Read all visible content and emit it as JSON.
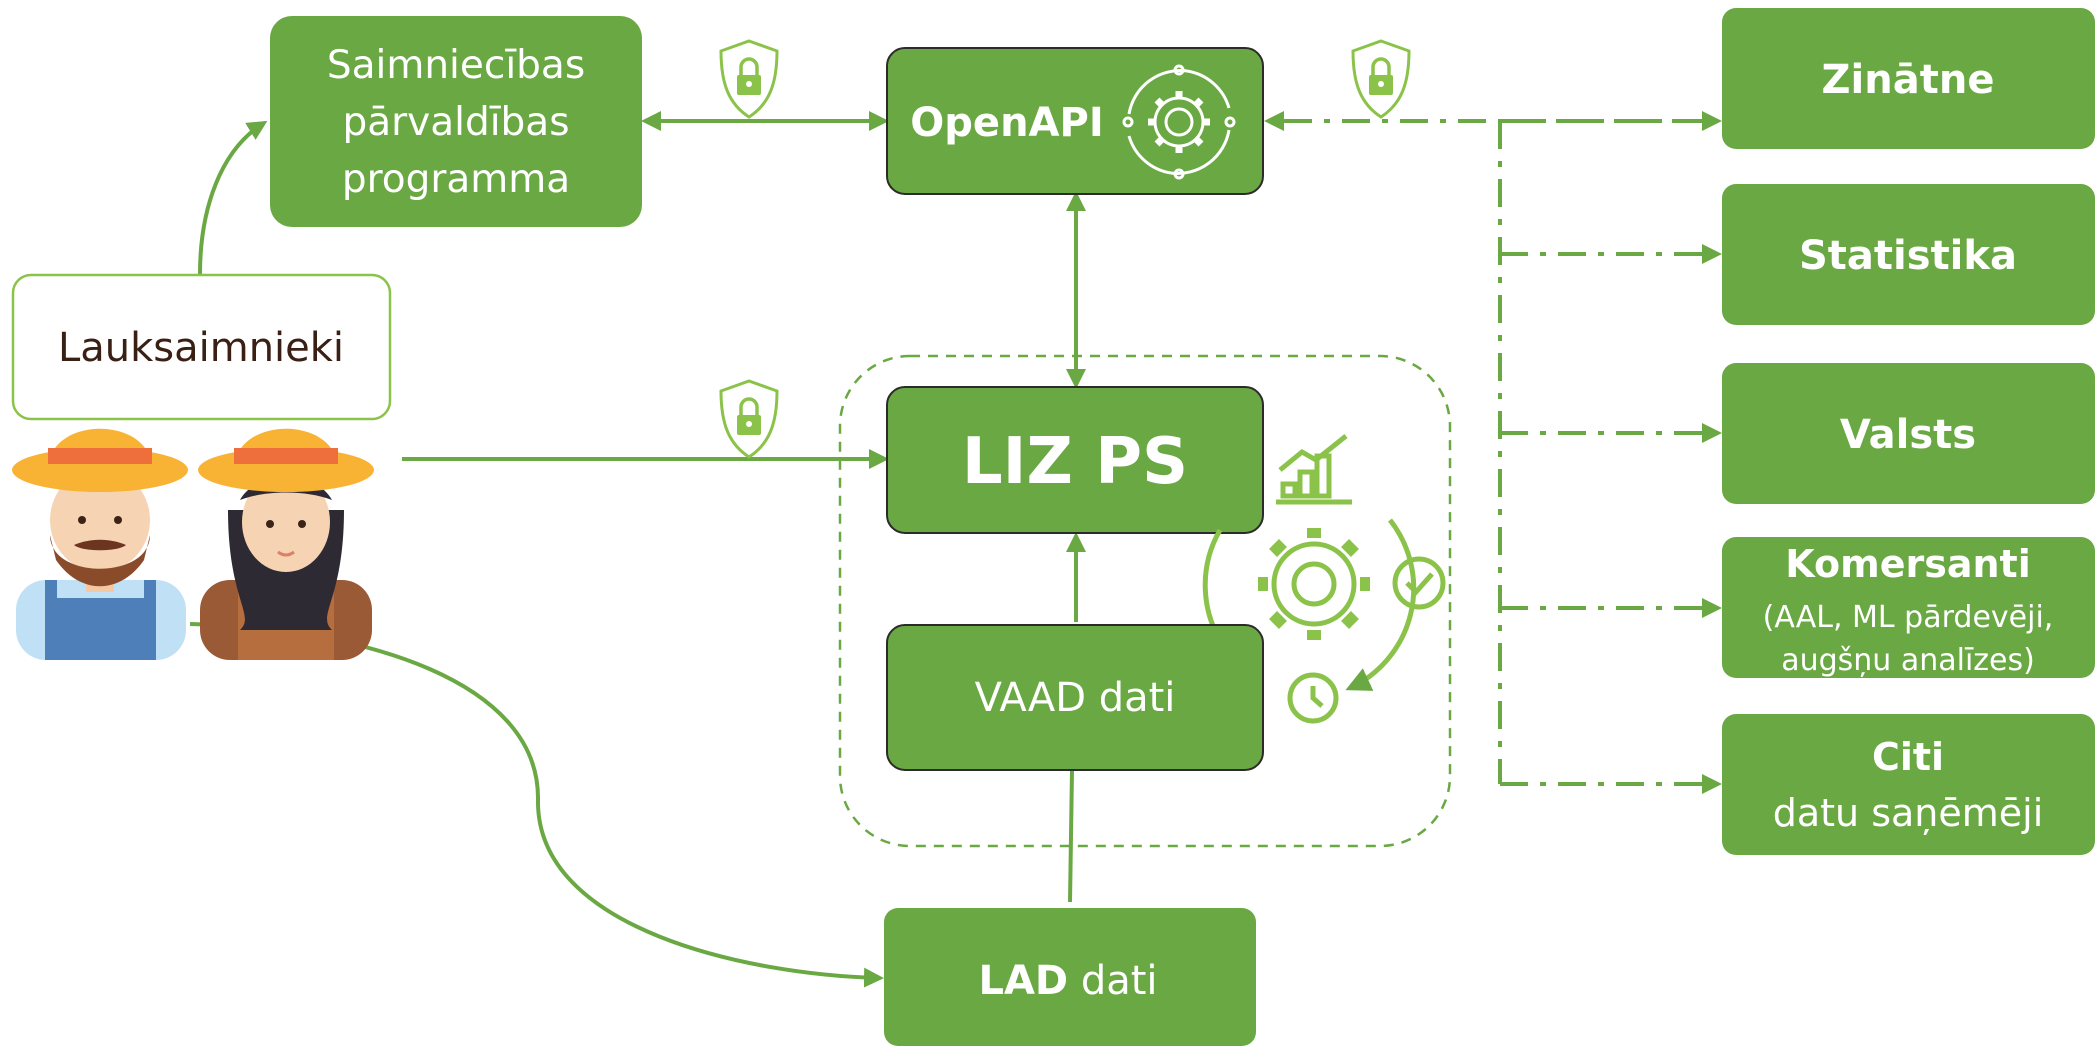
{
  "colors": {
    "green": "#6aa843",
    "light_green": "#8bc34a",
    "dark_border": "#2b2b2b",
    "text_dark": "#3a1f14",
    "white": "#ffffff"
  },
  "nodes": {
    "farm_program": {
      "lines": [
        "Saimniecības",
        "pārvaldības",
        "programma"
      ]
    },
    "openapi": {
      "label": "OpenAPI"
    },
    "farmers": {
      "label": "Lauksaimnieki"
    },
    "liz_ps": {
      "label": "LIZ PS"
    },
    "vaad": {
      "label": "VAAD dati"
    },
    "lad": {
      "bold": "LAD",
      "rest": " dati"
    }
  },
  "recipients": {
    "zinatne": {
      "label": "Zinātne"
    },
    "statistika": {
      "label": "Statistika"
    },
    "valsts": {
      "label": "Valsts"
    },
    "komersanti": {
      "label": "Komersanti",
      "sub1": "(AAL, ML pārdevēji,",
      "sub2": "augšņu analīzes)"
    },
    "citi": {
      "label": "Citi",
      "sub1": "datu saņēmēji"
    }
  },
  "icons": [
    "lock-shield-icon",
    "gear-cycle-icon",
    "analytics-gear-icon",
    "farmer-man-icon",
    "farmer-woman-icon"
  ]
}
